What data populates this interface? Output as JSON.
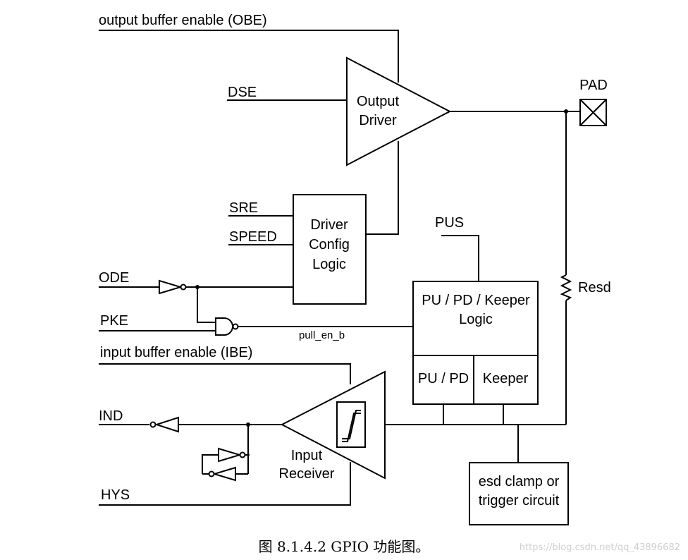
{
  "signals": {
    "obe": "output buffer enable (OBE)",
    "dse": "DSE",
    "sre": "SRE",
    "speed": "SPEED",
    "ode": "ODE",
    "pke": "PKE",
    "ibe": "input buffer enable (IBE)",
    "ind": "IND",
    "hys": "HYS",
    "pus": "PUS",
    "pad": "PAD",
    "resd": "Resd",
    "pull_en_b": "pull_en_b"
  },
  "blocks": {
    "output_driver": [
      "Output",
      "Driver"
    ],
    "driver_config": [
      "Driver",
      "Config",
      "Logic"
    ],
    "pu_pd_keeper_logic": [
      "PU / PD / Keeper",
      "Logic"
    ],
    "pu_pd": "PU / PD",
    "keeper": "Keeper",
    "input_receiver": [
      "Input",
      "Receiver"
    ],
    "esd": [
      "esd clamp or",
      "trigger circuit"
    ]
  },
  "caption": "图 8.1.4.2 GPIO 功能图。",
  "watermark": "https://blog.csdn.net/qq_43896682"
}
